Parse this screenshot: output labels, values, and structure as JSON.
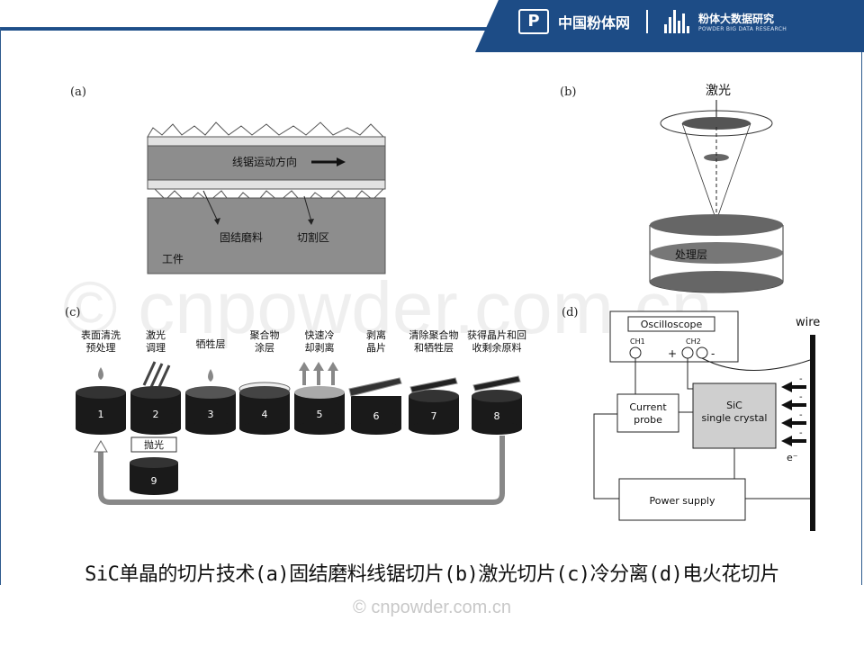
{
  "brand": {
    "logo_glyph": "P",
    "name": "中国粉体网",
    "research_name": "粉体大数据研究",
    "research_sub": "POWDER BIG DATA RESEARCH",
    "color": "#1d4c86"
  },
  "watermark": "© cnpowder.com.cn",
  "panels": {
    "a": {
      "label": "(a)",
      "direction": "线锯运动方向",
      "fixed_abrasive": "固结磨料",
      "cut_zone": "切割区",
      "workpiece": "工件"
    },
    "b": {
      "label": "(b)",
      "laser": "激光",
      "process_layer": "处理层"
    },
    "c": {
      "label": "(c)",
      "steps": [
        {
          "num": "1",
          "line1": "表面清洗",
          "line2": "预处理"
        },
        {
          "num": "2",
          "line1": "激光",
          "line2": "调理"
        },
        {
          "num": "3",
          "line1": "牺牲层",
          "line2": ""
        },
        {
          "num": "4",
          "line1": "聚合物",
          "line2": "涂层"
        },
        {
          "num": "5",
          "line1": "快速冷",
          "line2": "却剥离"
        },
        {
          "num": "6",
          "line1": "剥离",
          "line2": "晶片"
        },
        {
          "num": "7",
          "line1": "清除聚合物",
          "line2": "和牺牲层"
        },
        {
          "num": "8",
          "line1": "获得晶片和回",
          "line2": "收剩余原料"
        }
      ],
      "polish_label": "抛光",
      "polish_num": "9"
    },
    "d": {
      "label": "(d)",
      "oscilloscope": "Oscilloscope",
      "ch1": "CH1",
      "ch2": "CH2",
      "plus": "+",
      "minus": "-",
      "wire": "wire",
      "current_probe_1": "Current",
      "current_probe_2": "probe",
      "sic_1": "SiC",
      "sic_2": "single crystal",
      "electron": "e⁻",
      "power_supply": "Power supply"
    }
  },
  "caption": "SiC单晶的切片技术(a)固结磨料线锯切片(b)激光切片(c)冷分离(d)电火花切片",
  "footer": "© cnpowder.com.cn"
}
